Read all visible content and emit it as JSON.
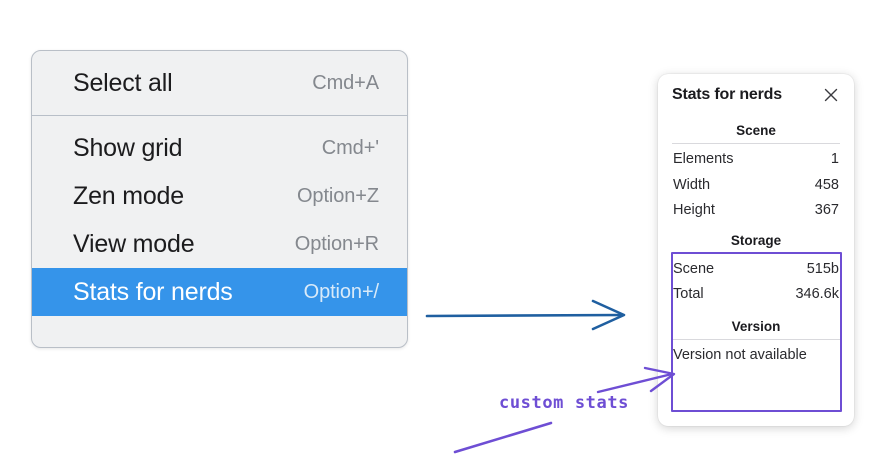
{
  "context_menu": {
    "name": "context-menu",
    "groups": [
      {
        "items": [
          {
            "label": "Select all",
            "shortcut": "Cmd+A",
            "selected": false
          }
        ]
      },
      {
        "items": [
          {
            "label": "Show grid",
            "shortcut": "Cmd+'",
            "selected": false
          },
          {
            "label": "Zen mode",
            "shortcut": "Option+Z",
            "selected": false
          },
          {
            "label": "View mode",
            "shortcut": "Option+R",
            "selected": false
          },
          {
            "label": "Stats for nerds",
            "shortcut": "Option+/",
            "selected": true
          }
        ]
      }
    ],
    "highlight_color": "#3594ea",
    "background_color": "#f0f1f2"
  },
  "stats_panel": {
    "title": "Stats for nerds",
    "close_icon": "close-icon",
    "sections": [
      {
        "heading": "Scene",
        "rows": [
          {
            "key": "Elements",
            "value": "1"
          },
          {
            "key": "Width",
            "value": "458"
          },
          {
            "key": "Height",
            "value": "367"
          }
        ]
      },
      {
        "heading": "Storage",
        "rows": [
          {
            "key": "Scene",
            "value": "515b"
          },
          {
            "key": "Total",
            "value": "346.6k"
          }
        ]
      },
      {
        "heading": "Version",
        "plain_rows": [
          {
            "text": "Version not available"
          }
        ]
      }
    ]
  },
  "annotations": {
    "flow_arrow_color": "#1f5fa0",
    "callout_color": "#6e4ed4",
    "callout_text": "custom stats"
  }
}
